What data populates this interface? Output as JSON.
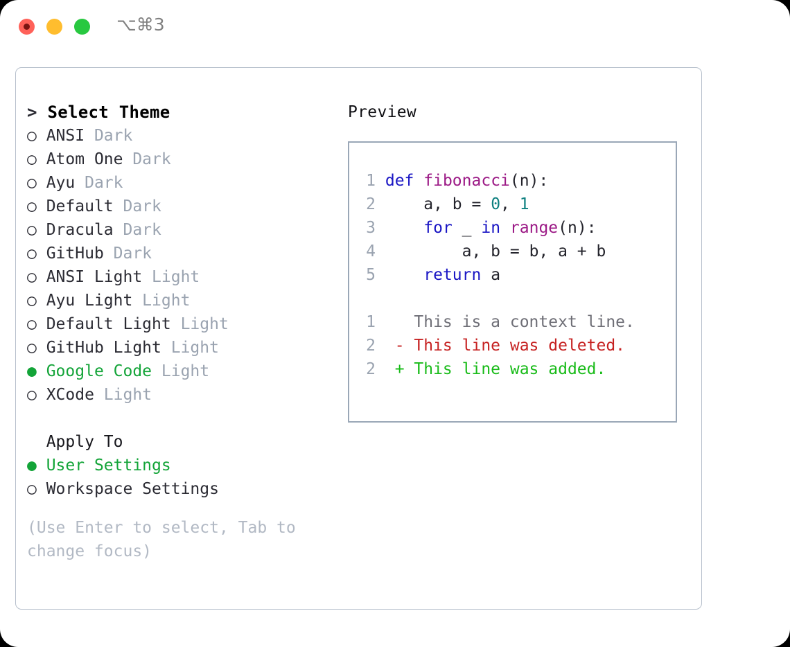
{
  "titlebar": {
    "shortcut": "⌥⌘3",
    "buttons": [
      {
        "name": "close",
        "color": "#ff6159"
      },
      {
        "name": "minimize",
        "color": "#ffbd2e"
      },
      {
        "name": "maximize",
        "color": "#28c840"
      }
    ]
  },
  "theme_picker": {
    "header_prefix": "> ",
    "header": "Select Theme",
    "marker_selected": "● ",
    "marker_unselected": "○ ",
    "items": [
      {
        "name": "ANSI",
        "variant": "Dark",
        "selected": false
      },
      {
        "name": "Atom One",
        "variant": "Dark",
        "selected": false
      },
      {
        "name": "Ayu",
        "variant": "Dark",
        "selected": false
      },
      {
        "name": "Default",
        "variant": "Dark",
        "selected": false
      },
      {
        "name": "Dracula",
        "variant": "Dark",
        "selected": false
      },
      {
        "name": "GitHub",
        "variant": "Dark",
        "selected": false
      },
      {
        "name": "ANSI Light",
        "variant": "Light",
        "selected": false
      },
      {
        "name": "Ayu Light",
        "variant": "Light",
        "selected": false
      },
      {
        "name": "Default Light",
        "variant": "Light",
        "selected": false
      },
      {
        "name": "GitHub Light",
        "variant": "Light",
        "selected": false
      },
      {
        "name": "Google Code",
        "variant": "Light",
        "selected": true
      },
      {
        "name": "XCode",
        "variant": "Light",
        "selected": false
      }
    ]
  },
  "apply_to": {
    "header_prefix": "  ",
    "header": "Apply To",
    "items": [
      {
        "name": "User Settings",
        "selected": true
      },
      {
        "name": "Workspace Settings",
        "selected": false
      }
    ]
  },
  "hint": "(Use Enter to select, Tab to change focus)",
  "preview": {
    "title": "Preview",
    "code_lines": [
      {
        "num": "1",
        "tokens": [
          {
            "t": "def",
            "c": "kw"
          },
          {
            "t": " ",
            "c": "pl"
          },
          {
            "t": "fibonacci",
            "c": "fn"
          },
          {
            "t": "(n):",
            "c": "pl"
          }
        ]
      },
      {
        "num": "2",
        "tokens": [
          {
            "t": "    a, b = ",
            "c": "pl"
          },
          {
            "t": "0",
            "c": "num"
          },
          {
            "t": ", ",
            "c": "pl"
          },
          {
            "t": "1",
            "c": "num"
          }
        ]
      },
      {
        "num": "3",
        "tokens": [
          {
            "t": "    ",
            "c": "pl"
          },
          {
            "t": "for",
            "c": "kw"
          },
          {
            "t": " _ ",
            "c": "pl"
          },
          {
            "t": "in",
            "c": "kw"
          },
          {
            "t": " ",
            "c": "pl"
          },
          {
            "t": "range",
            "c": "fn"
          },
          {
            "t": "(n):",
            "c": "pl"
          }
        ]
      },
      {
        "num": "4",
        "tokens": [
          {
            "t": "        a, b = b, a + b",
            "c": "pl"
          }
        ]
      },
      {
        "num": "5",
        "tokens": [
          {
            "t": "    ",
            "c": "pl"
          },
          {
            "t": "return",
            "c": "kw"
          },
          {
            "t": " a",
            "c": "pl"
          }
        ]
      }
    ],
    "diff_lines": [
      {
        "num": "1",
        "sign": "  ",
        "text": "This is a context line.",
        "cls": "ctx"
      },
      {
        "num": "2",
        "sign": "- ",
        "text": "This line was deleted.",
        "cls": "del"
      },
      {
        "num": "2",
        "sign": "+ ",
        "text": "This line was added.",
        "cls": "add"
      }
    ]
  },
  "colors": {
    "accent_green": "#13a438",
    "muted": "#9aa3b0",
    "panel_border": "#b7c0cc",
    "preview_border": "#9aa7b7",
    "keyword": "#1a16c4",
    "function": "#9c1a86",
    "number": "#0d7f7f",
    "diff_add": "#18bb18",
    "diff_del": "#c62121"
  }
}
